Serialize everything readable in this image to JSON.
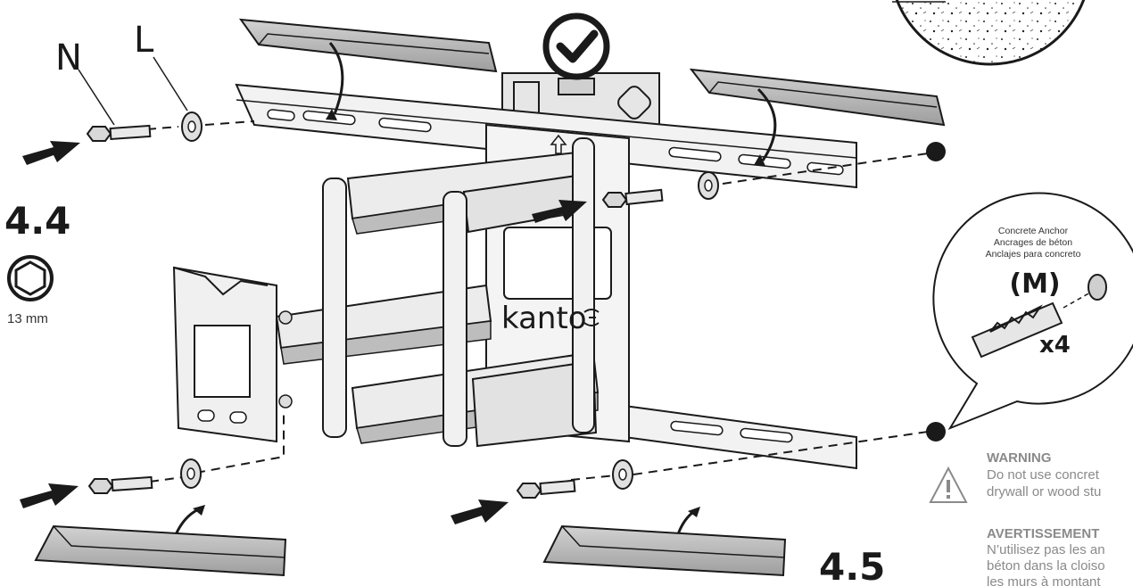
{
  "labels": {
    "bolt_label": "N",
    "washer_label": "L",
    "step_a": "4.4",
    "socket_size": "13 mm",
    "step_b": "4.5",
    "brand": "kanto"
  },
  "callout": {
    "line1": "Concrete Anchor",
    "line2": "Ancrages de béton",
    "line3": "Anclajes para concreto",
    "part": "(M)",
    "qty": "x4"
  },
  "warning": {
    "title_en": "WARNING",
    "en_line1": "Do not use concret",
    "en_line2": "drywall or wood stu",
    "title_fr": "AVERTISSEMENT",
    "fr_line1": "N’utilisez pas les an",
    "fr_line2": "béton dans la cloiso",
    "fr_line3": "les murs à montant"
  },
  "colors": {
    "ink": "#1a1a1a",
    "metal": "#e6e6e6",
    "rail_shade": "#b0b0b0",
    "warning_gray": "#8a8a8a"
  },
  "icons": {
    "check": "check-circle-icon",
    "socket": "hex-socket-icon",
    "warning": "warning-triangle-icon"
  }
}
